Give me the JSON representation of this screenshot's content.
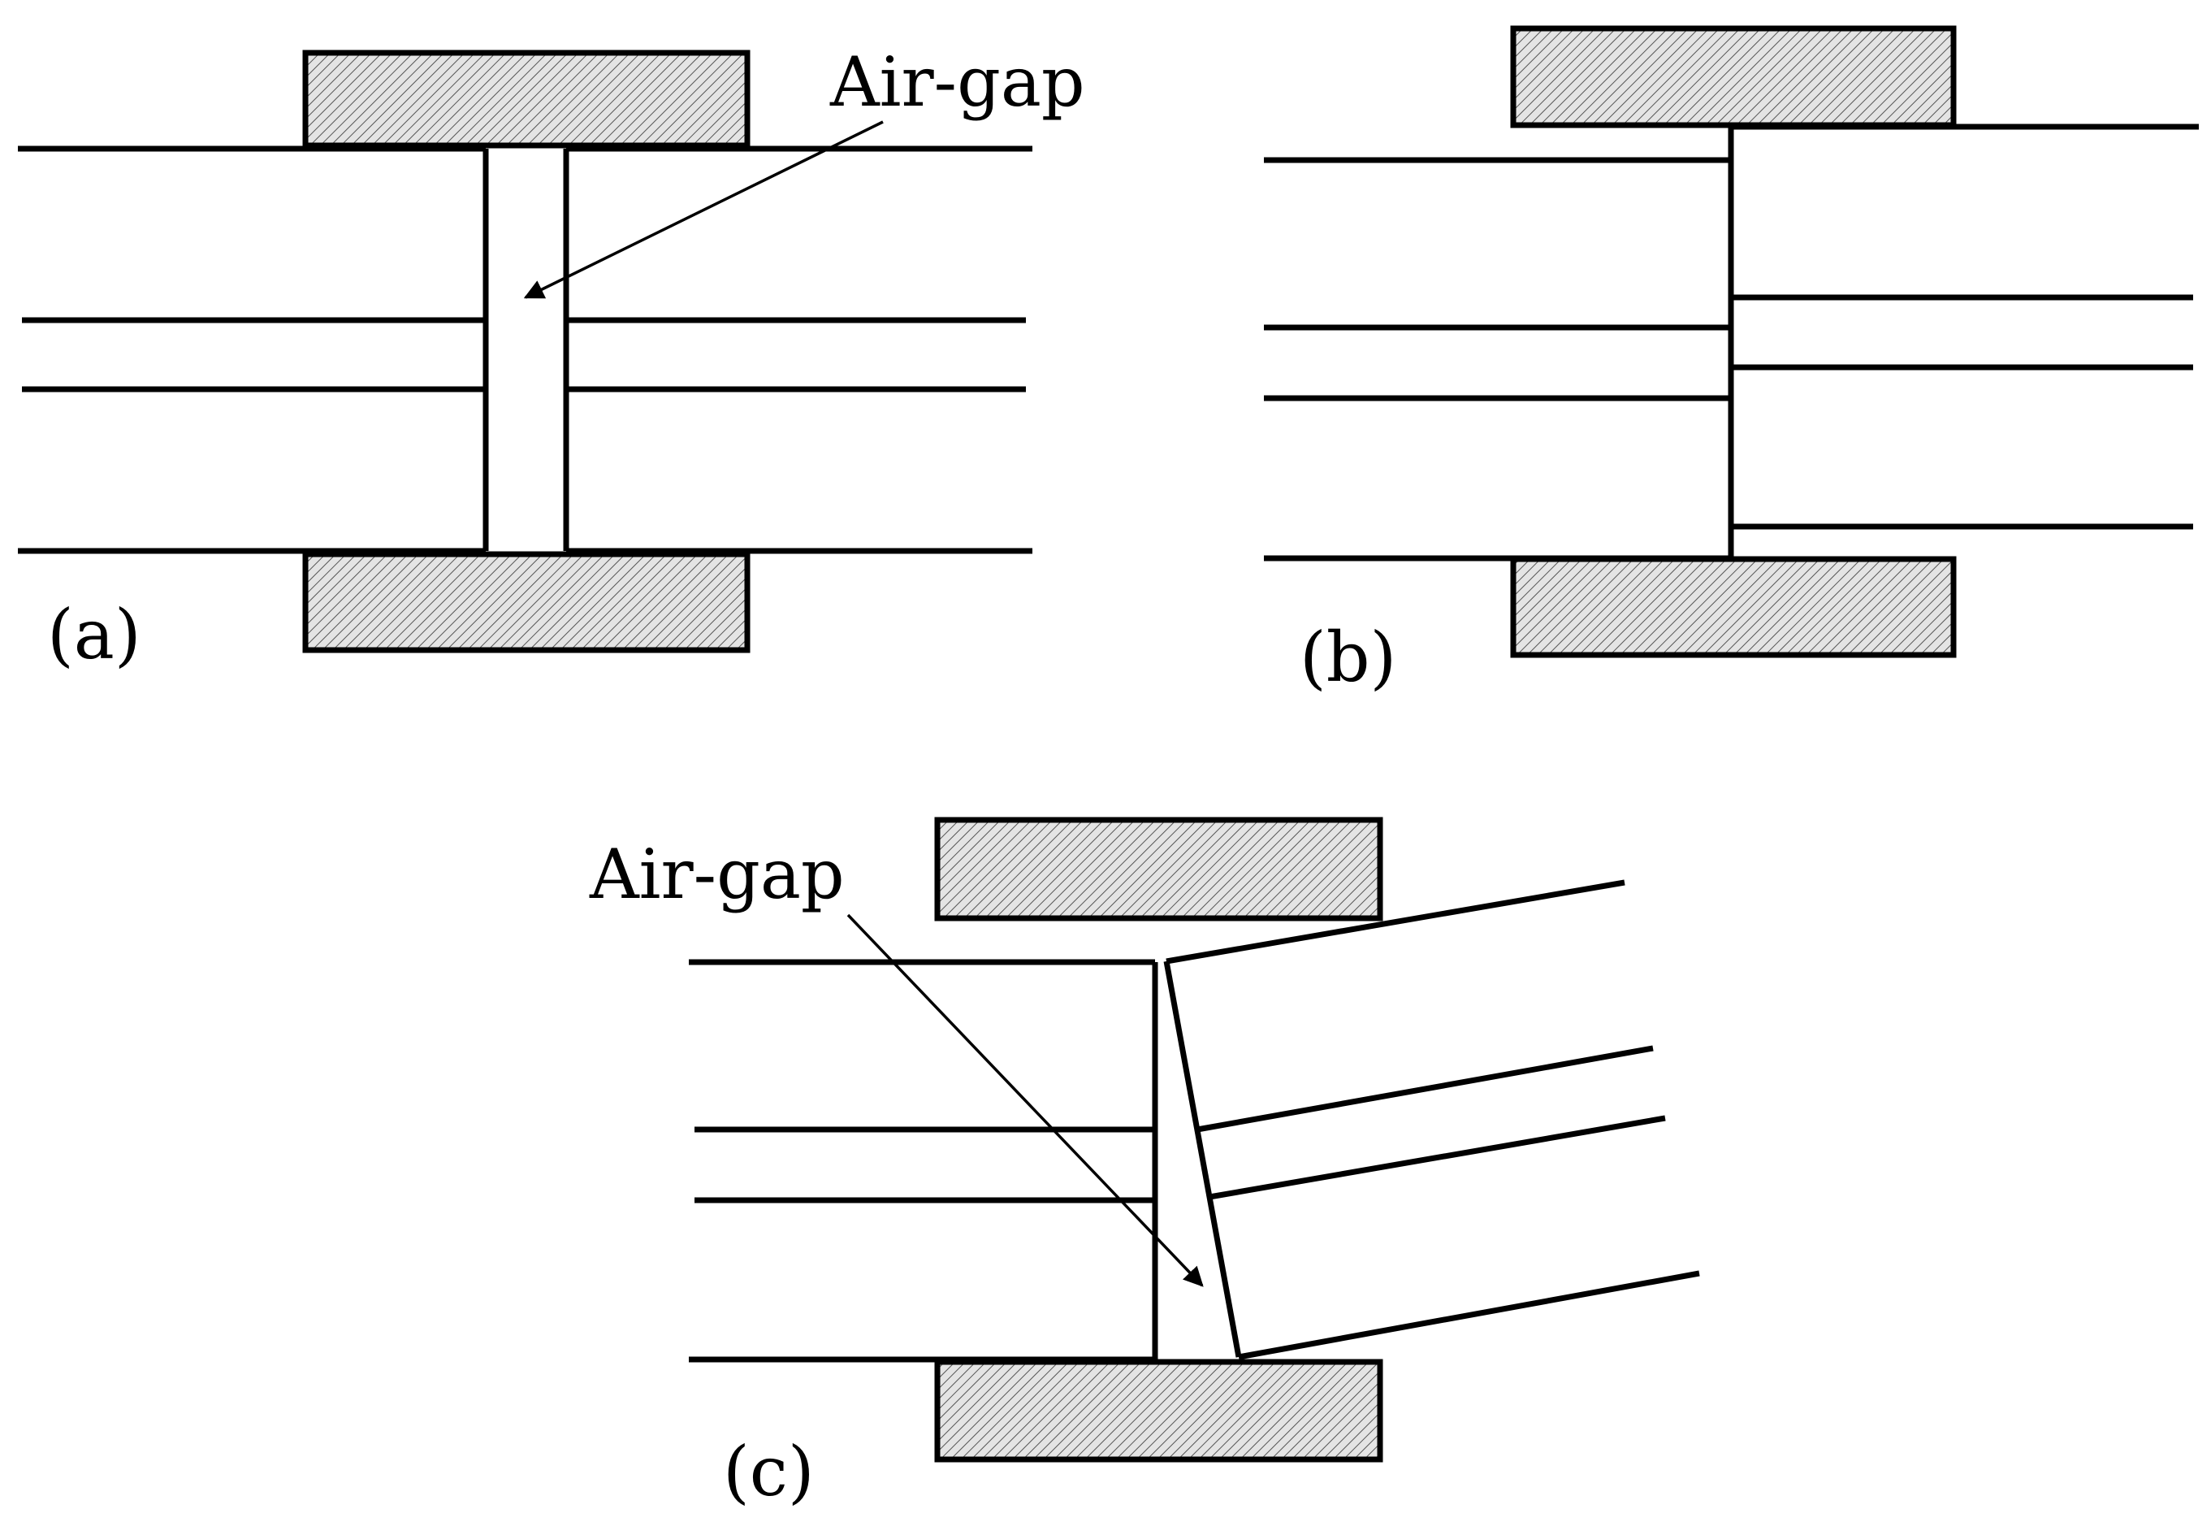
{
  "panel_a": {
    "label": "(a)",
    "annotation": "Air-gap"
  },
  "panel_b": {
    "label": "(b)"
  },
  "panel_c": {
    "label": "(c)",
    "annotation": "Air-gap"
  },
  "colors": {
    "stroke": "#000000",
    "hatch_fill": "#d9d9d9",
    "background": "#ffffff"
  }
}
